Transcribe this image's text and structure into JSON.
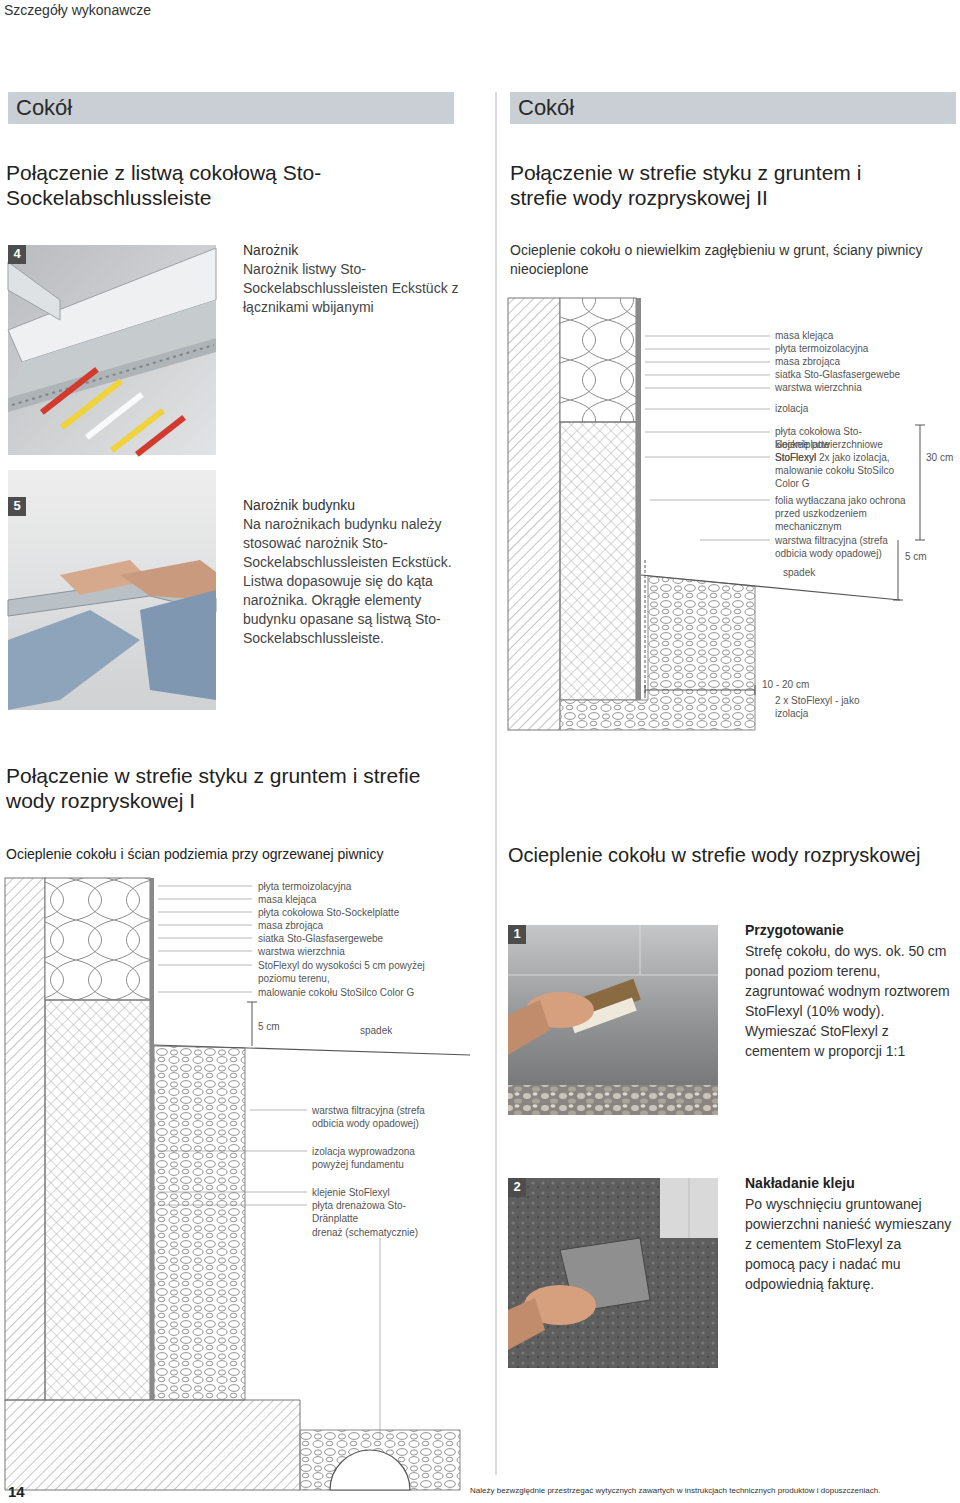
{
  "diagram": {
    "title": "Szczegóły wykonawcze",
    "nodes": [
      {
        "text": [
          "Cokół"
        ]
      },
      {
        "text": [
          "Cokół"
        ]
      },
      {
        "text": [
          "4"
        ]
      },
      {
        "text": [
          "5"
        ]
      },
      {
        "text": [
          "1"
        ]
      },
      {
        "text": [
          "2"
        ]
      }
    ],
    "labels": [
      "Połączenie z listwą cokołową Sto-Sockelabschlussleiste",
      "Narożnik",
      "Narożnik listwy Sto-Sockelabschlussleisten Eckstück z łącznikami wbijanymi",
      "Narożnik budynku",
      "Na narożnikach budynku należy stosować narożnik Sto-Sockelabschlussleisten Eckstück. Listwa dopasowuje się do kąta narożnika. Okrągłe elementy budynku opasane są listwą Sto-Sockelabschlussleiste.",
      "Połączenie w strefie styku z gruntem i strefie wody rozpryskowej II",
      "Ocieplenie cokołu o niewielkim zagłębieniu w grunt, ściany piwnicy nieocieplone",
      "masa klejąca",
      "płyta termoizolacyjna",
      "masa zbrojąca",
      "siatka Sto-Glasfasergewebe",
      "warstwa wierzchnia",
      "izolacja",
      "płyta cokołowa Sto-Sockelplatte",
      "klejenie powierzchniowe StoFlexyl",
      "StoFlexyl 2x jako izolacja,",
      "malowanie cokołu StoSilco Color G",
      "30 cm",
      "folia wytłaczana jako ochrona przed uszkodzeniem mechanicznym",
      "warstwa filtracyjna (strefa odbicia wody opadowej)",
      "spadek",
      "5 cm",
      "10 - 20 cm",
      "2 x StoFlexyl - jako izolacja",
      "Połączenie w strefie styku z gruntem i strefie wody rozpryskowej I",
      "Ocieplenie cokołu i ścian podziemia przy ogrzewanej piwnicy",
      "płyta termoizolacyjna",
      "masa klejąca",
      "płyta cokołowa Sto-Sockelplatte",
      "masa zbrojąca",
      "siatka Sto-Glasfasergewebe",
      "warstwa wierzchnia",
      "StoFlexyl do wysokości 5 cm powyżej poziomu terenu,",
      "malowanie cokołu StoSilco Color G",
      "5 cm",
      "spadek",
      "warstwa filtracyjna (strefa odbicia wody opadowej)",
      "izolacja wyprowadzona powyżej fundamentu",
      "klejenie StoFlexyl",
      "płyta drenażowa Sto-Dränplatte",
      "drenaż (schematycznie)",
      "Ocieplenie cokołu w strefie wody rozpryskowej",
      "Przygotowanie",
      "Strefę cokołu, do wys. ok. 50 cm ponad poziom terenu, zagruntować wodnym roztworem StoFlexyl (10% wody). Wymieszać StoFlexyl z cementem w proporcji 1:1",
      "Nakładanie kleju",
      "Po wyschnięciu gruntowanej powierzchni nanieść wymieszany z cementem StoFlexyl za pomocą pacy i nadać mu odpowiednią fakturę.",
      "14",
      "Należy bezwzględnie przestrzegać wytycznych zawartych w instrukcjach technicznych produktów i dopuszczeniach."
    ]
  }
}
